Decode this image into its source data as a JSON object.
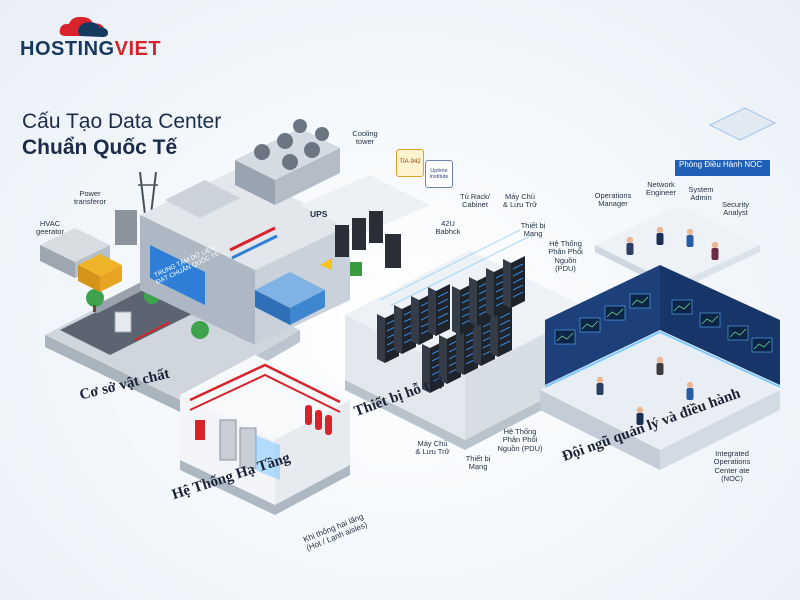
{
  "brand": {
    "part1": "HOSTING",
    "part2": "VIET"
  },
  "title": {
    "line1": "Cấu Tạo Data Center",
    "line2": "Chuẩn Quốc Tế"
  },
  "zones": {
    "facility": "Cơ sở vật chất",
    "infrastructure": "Hệ Thống Hạ Tầng",
    "support": "Thiết bị hỗ trợ",
    "team": "Đội ngũ quản lý\nvà điều hành"
  },
  "labels": {
    "cooling_tower": "Cooling\ntower",
    "power_transfer": "Power\ntransferor",
    "hvac": "HVAC\ngeerator",
    "ups": "UPS",
    "tia": "TIA-942",
    "uptime": "Uptime\nInstitute",
    "rack_cabinet": "Tủ Rack/\nCabinet",
    "server_storage_top": "Máy Chủ\n& Lưu Trữ",
    "network_top": "Thiết bị\nMạng",
    "pdu_top": "Hệ Thống\nPhân Phối\nNguồn\n(PDU)",
    "rack42u": "42U\nBabhck",
    "operations_manager": "Operations\nManager",
    "network_engineer": "Network\nEngineer",
    "system_admin": "System\nAdmin",
    "security_analyst": "Security\nAnalyst",
    "noc_room": "Phòng Điều Hành NOC",
    "server_storage_bottom": "Máy Chủ\n& Lưu Trữ",
    "network_bottom": "Thiết bị\nMạng",
    "pdu_bottom": "Hệ Thống\nPhân Phối\nNguồn (PDU)",
    "aisles": "Khi thống hai lăng\n(Hot / Lạnh aisles)",
    "ioc": "Integrated\nOperations\nCenter ate\n(NOC)",
    "building_sign": "TRUNG TÂM DỮ LIỆU\nĐẠT CHUẨN QUỐC TẾ"
  },
  "colors": {
    "brand_blue": "#16395f",
    "brand_red": "#d8232a",
    "accent_blue": "#2f7fd8",
    "glow": "#7cc8ff"
  }
}
